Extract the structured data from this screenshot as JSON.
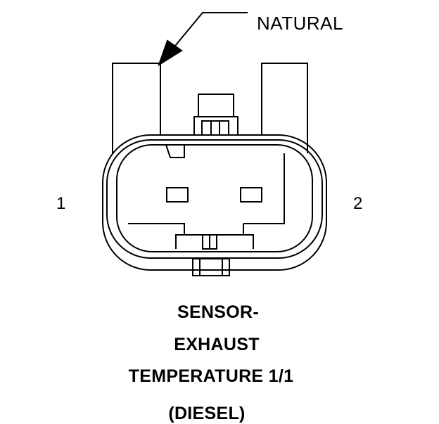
{
  "callout": {
    "color_label": "NATURAL"
  },
  "pins": {
    "pin1": "1",
    "pin2": "2"
  },
  "caption": {
    "line1": "SENSOR-",
    "line2": "EXHAUST",
    "line3": "TEMPERATURE 1/1",
    "line4": "(DIESEL)"
  },
  "colors": {
    "ink": "#000000",
    "background": "#ffffff"
  }
}
